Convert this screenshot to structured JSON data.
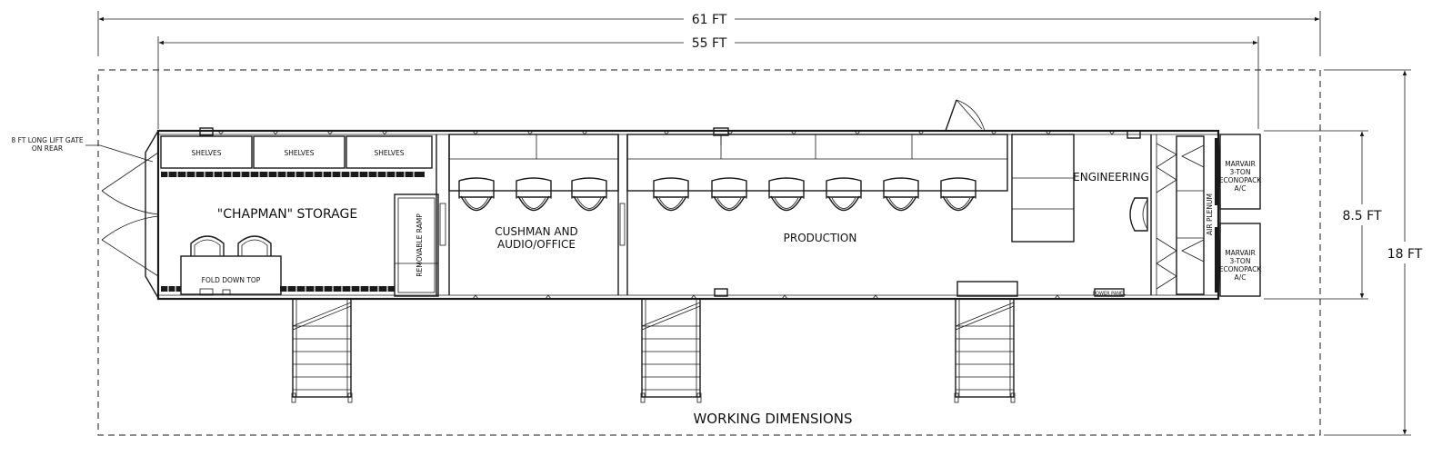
{
  "dimensions": {
    "overall_length": "61 FT",
    "trailer_length": "55 FT",
    "trailer_width": "8.5 FT",
    "working_width": "18 FT",
    "working_caption": "WORKING DIMENSIONS"
  },
  "notes": {
    "lift_gate_line1": "8 FT LONG LIFT GATE",
    "lift_gate_line2": "ON REAR"
  },
  "rooms": {
    "storage": "\"CHAPMAN\" STORAGE",
    "office_line1": "CUSHMAN AND",
    "office_line2": "AUDIO/OFFICE",
    "production": "PRODUCTION",
    "engineering": "ENGINEERING"
  },
  "fixtures": {
    "shelves": [
      "SHELVES",
      "SHELVES",
      "SHELVES"
    ],
    "fold_down_top": "FOLD DOWN TOP",
    "removable_ramp": "REMOVABLE RAMP",
    "air_plenum": "AIR PLENUM",
    "power_panel": "POWER PANEL"
  },
  "ac_units": [
    [
      "MARVAIR",
      "3-TON",
      "ECONOPACK",
      "A/C"
    ],
    [
      "MARVAIR",
      "3-TON",
      "ECONOPACK",
      "A/C"
    ]
  ]
}
